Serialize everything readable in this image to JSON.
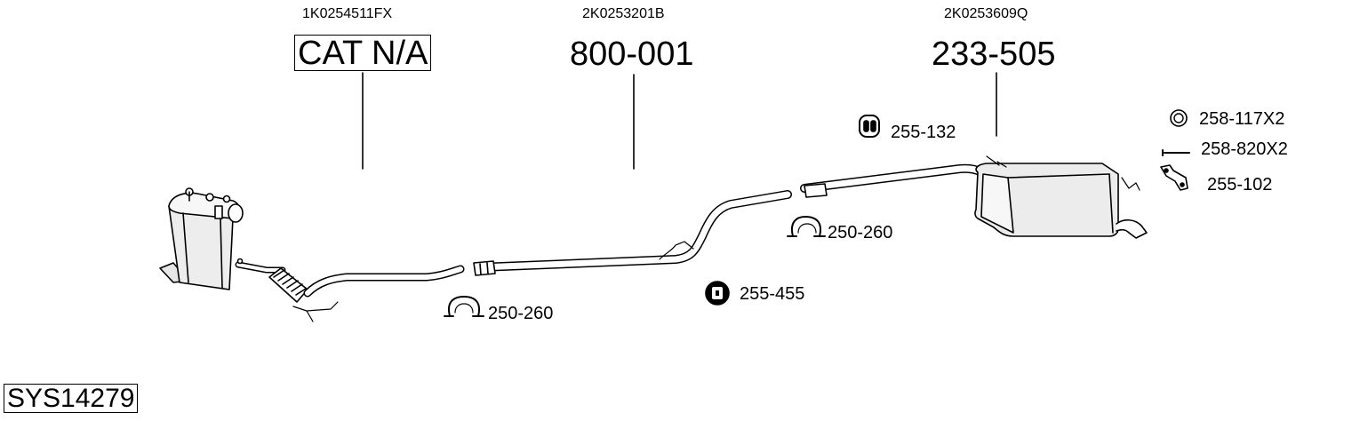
{
  "components": [
    {
      "oem": "1K0254511FX",
      "ref": "CAT N/A"
    },
    {
      "oem": "2K0253201B",
      "ref": "800-001"
    },
    {
      "oem": "2K0253609Q",
      "ref": "233-505"
    }
  ],
  "fittings": {
    "hanger_rubber_top": "255-132",
    "clamp_front": "250-260",
    "hanger_rubber_mid": "255-455",
    "clamp_rear": "250-260",
    "gasket_ring": "258-117X2",
    "bolt": "258-820X2",
    "bracket": "255-102"
  },
  "system_code": "SYS14279"
}
